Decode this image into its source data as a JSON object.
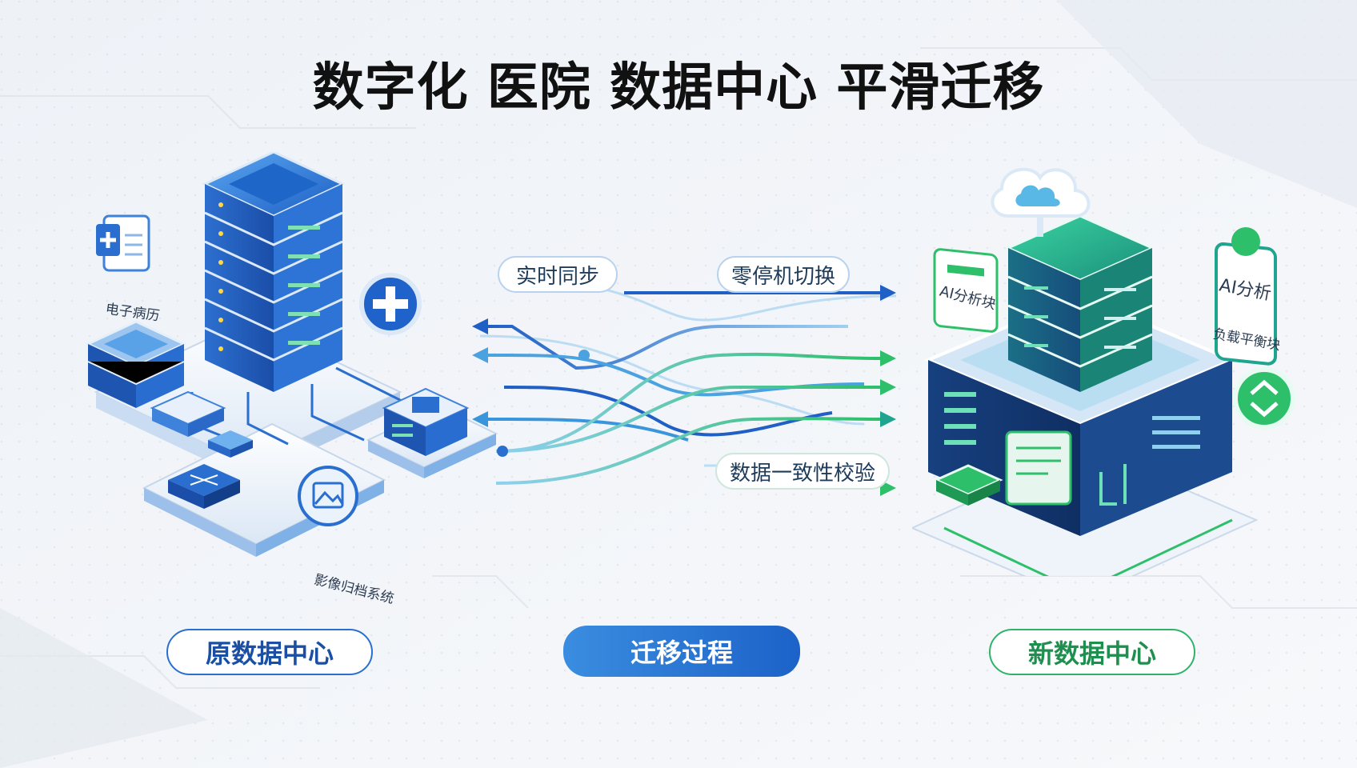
{
  "title": "数字化 医院 数据中心 平滑迁移",
  "left": {
    "label": "原数据中心",
    "emr_label": "电子病历",
    "pacs_label": "影像归档系统"
  },
  "middle": {
    "label": "迁移过程",
    "flow_labels": [
      "实时同步",
      "零停机切换",
      "数据一致性校验"
    ]
  },
  "right": {
    "label": "新数据中心",
    "ai_label_1": "AI分析块",
    "ai_label_2": "AI分析",
    "card_label": "负载平衡块"
  },
  "colors": {
    "blue": "#1f6fd1",
    "light_blue": "#59a8ea",
    "green": "#2ebf6a",
    "teal": "#1fa58f",
    "navy": "#163e7a"
  }
}
